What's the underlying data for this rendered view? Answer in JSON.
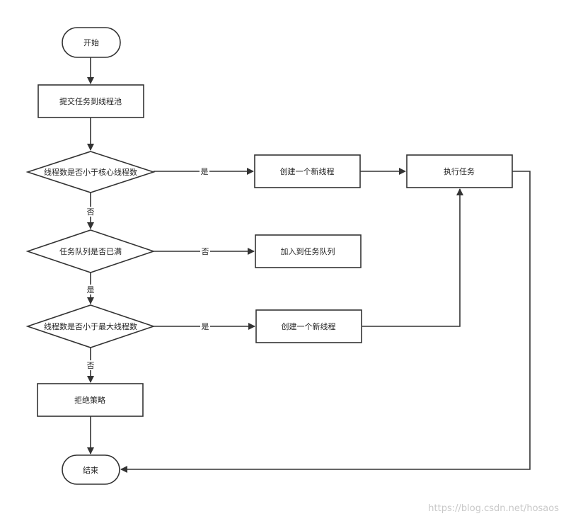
{
  "nodes": {
    "start": "开始",
    "submit": "提交任务到线程池",
    "check_core": "线程数是否小于核心线程数",
    "create_thread_1": "创建一个新线程",
    "execute": "执行任务",
    "check_queue": "任务队列是否已满",
    "add_queue": "加入到任务队列",
    "check_max": "线程数是否小于最大线程数",
    "create_thread_2": "创建一个新线程",
    "reject": "拒绝策略",
    "end": "结束"
  },
  "edge_labels": {
    "core_yes": "是",
    "core_no": "否",
    "queue_no": "否",
    "queue_yes": "是",
    "max_yes": "是",
    "max_no": "否"
  },
  "watermark": "https://blog.csdn.net/hosaos"
}
